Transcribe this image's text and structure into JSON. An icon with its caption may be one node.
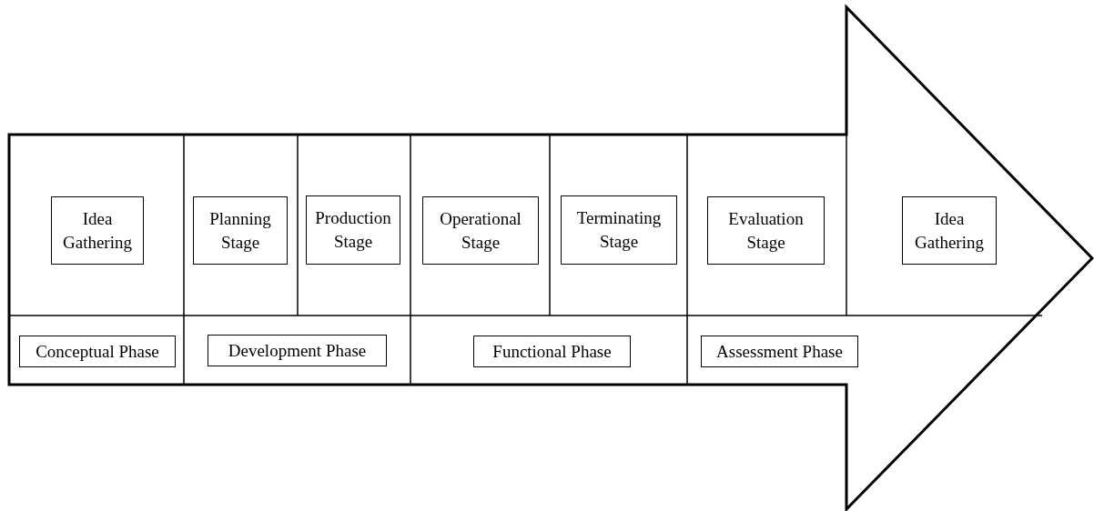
{
  "diagram": {
    "nodes": [
      {
        "text": [
          "Idea Gathering"
        ]
      },
      {
        "text": [
          "Planning Stage"
        ]
      },
      {
        "text": [
          "Production Stage"
        ]
      },
      {
        "text": [
          "Operational Stage"
        ]
      },
      {
        "text": [
          "Terminating Stage"
        ]
      },
      {
        "text": [
          "Evaluation Stage"
        ]
      },
      {
        "text": [
          "Idea Gathering"
        ]
      },
      {
        "text": [
          "Conceptual Phase"
        ]
      },
      {
        "text": [
          "Development Phase"
        ]
      },
      {
        "text": [
          "Functional Phase"
        ]
      },
      {
        "text": [
          "Assessment Phase"
        ]
      }
    ]
  }
}
